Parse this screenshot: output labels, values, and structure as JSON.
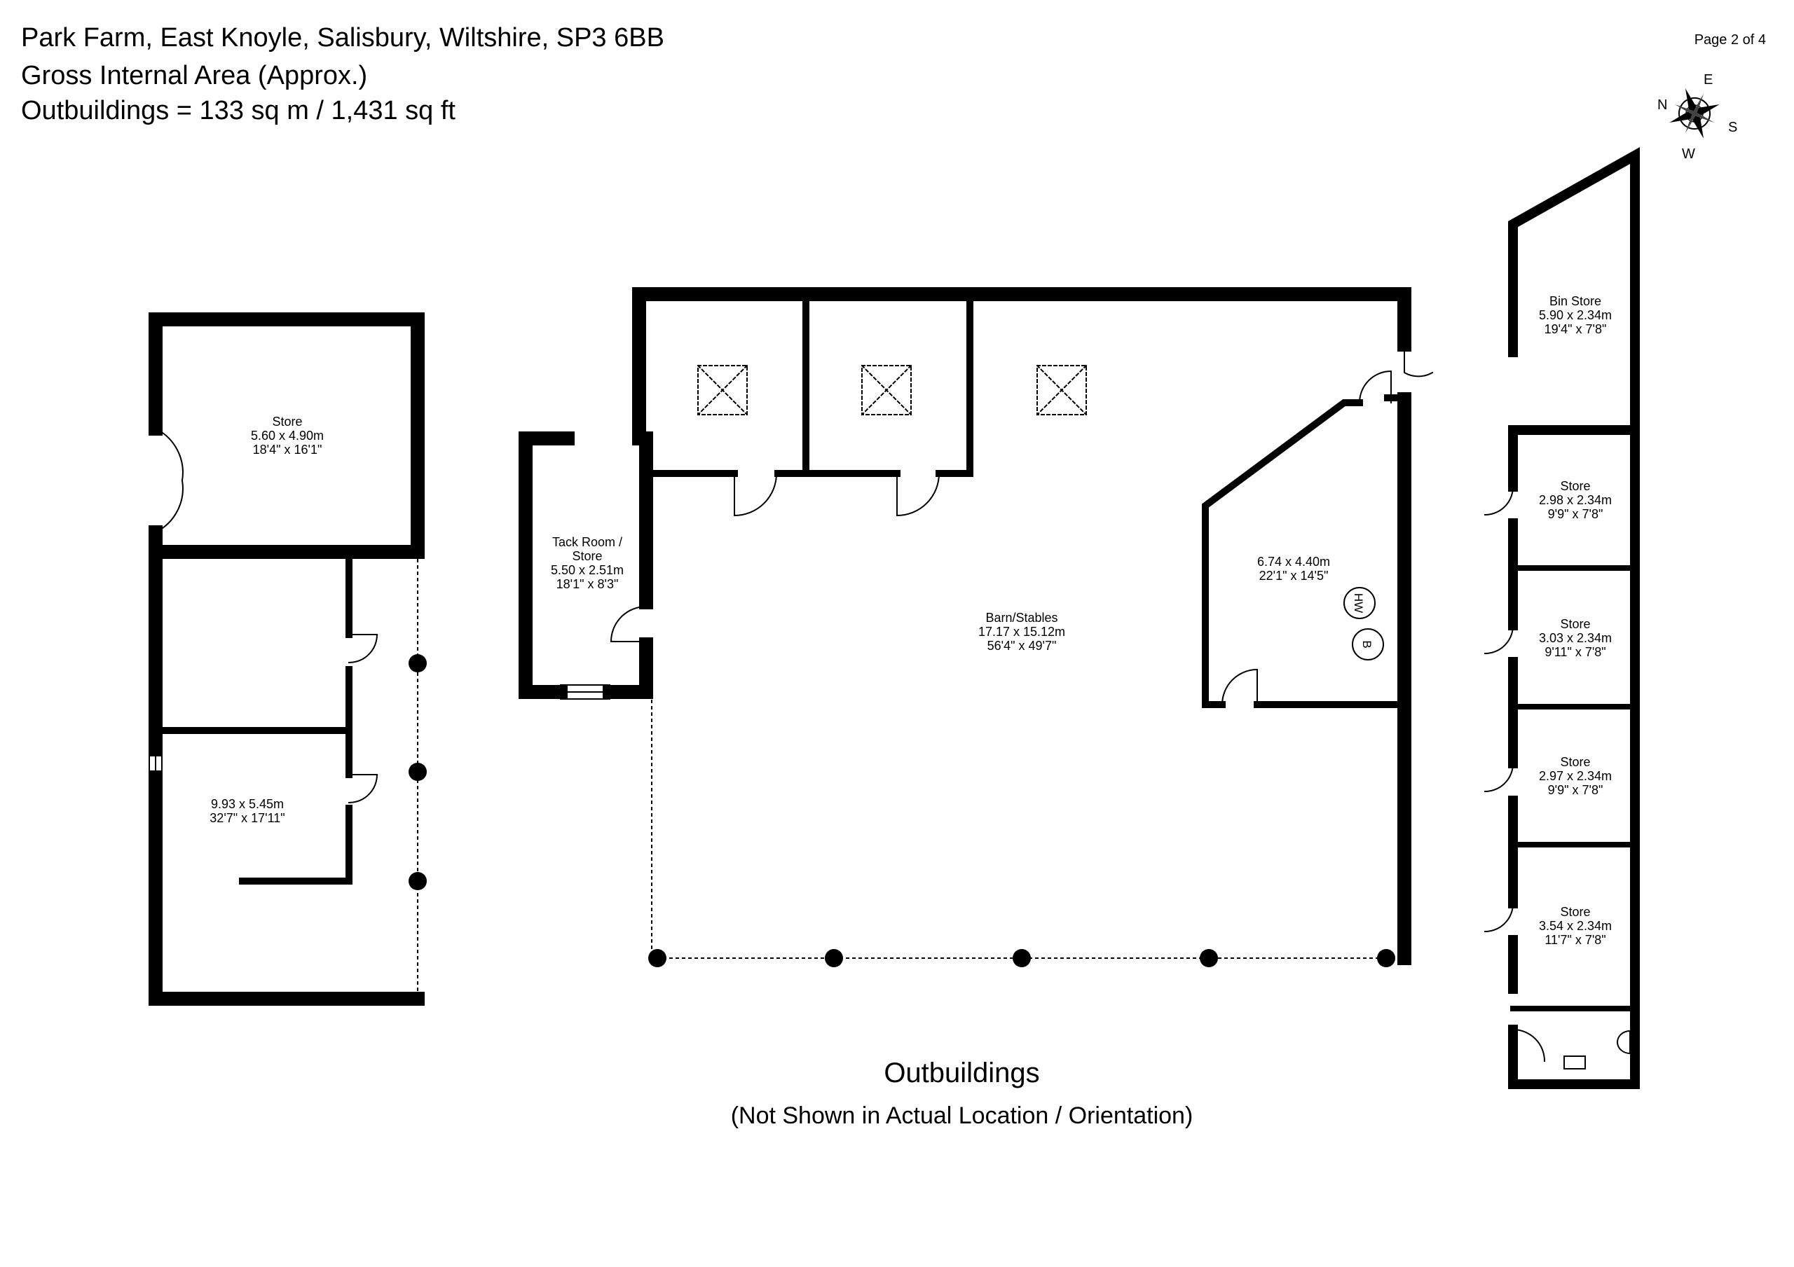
{
  "header": {
    "address": "Park Farm, East Knoyle, Salisbury, Wiltshire, SP3 6BB",
    "gia_label": "Gross Internal Area (Approx.)",
    "area_line": "Outbuildings = 133 sq m / 1,431 sq ft",
    "page": "Page 2 of 4"
  },
  "compass": {
    "n": "N",
    "e": "E",
    "s": "S",
    "w": "W",
    "icon": "compass-rose-icon"
  },
  "rooms": {
    "store_left": {
      "name": "Store",
      "metric": "5.60 x 4.90m",
      "imperial": "18'4\" x 16'1\""
    },
    "left_lower": {
      "metric": "9.93 x 5.45m",
      "imperial": "32'7\" x 17'11\""
    },
    "tack": {
      "name1": "Tack Room /",
      "name2": "Store",
      "metric": "5.50 x 2.51m",
      "imperial": "18'1\" x 8'3\""
    },
    "barn": {
      "name": "Barn/Stables",
      "metric": "17.17 x 15.12m",
      "imperial": "56'4\" x 49'7\""
    },
    "plant": {
      "metric": "6.74 x 4.40m",
      "imperial": "22'1\" x 14'5\"",
      "hw": "HW",
      "b": "B"
    },
    "bin_store": {
      "name": "Bin Store",
      "metric": "5.90 x 2.34m",
      "imperial": "19'4\" x 7'8\""
    },
    "store_1": {
      "name": "Store",
      "metric": "2.98 x 2.34m",
      "imperial": "9'9\" x 7'8\""
    },
    "store_2": {
      "name": "Store",
      "metric": "3.03 x 2.34m",
      "imperial": "9'11\" x 7'8\""
    },
    "store_3": {
      "name": "Store",
      "metric": "2.97 x 2.34m",
      "imperial": "9'9\" x 7'8\""
    },
    "store_4": {
      "name": "Store",
      "metric": "3.54 x 2.34m",
      "imperial": "11'7\" x 7'8\""
    }
  },
  "caption": {
    "title": "Outbuildings",
    "subtitle": "(Not Shown in Actual Location / Orientation)"
  }
}
